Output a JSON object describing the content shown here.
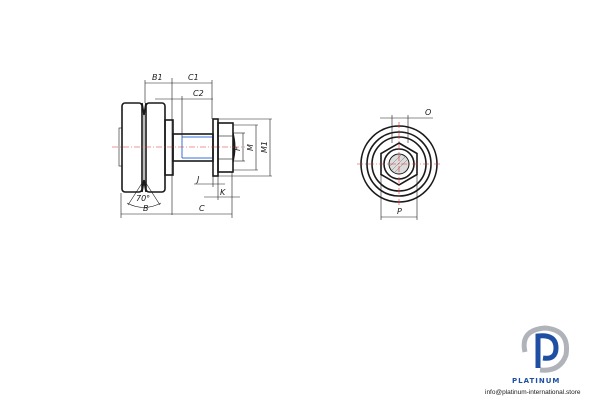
{
  "drawing": {
    "side_view_labels": {
      "B1": "B1",
      "C1": "C1",
      "C2": "C2",
      "B": "B",
      "C": "C",
      "J": "J",
      "K": "K",
      "F": "F",
      "M": "M",
      "M1": "M1",
      "angle": "70°"
    },
    "front_view_labels": {
      "O": "O",
      "P": "P"
    }
  },
  "logo": {
    "brand": "PLATINUM",
    "email": "info@platinum-international.store",
    "colors": {
      "primary": "#1f4fa3",
      "secondary": "#b0b4ba"
    }
  }
}
